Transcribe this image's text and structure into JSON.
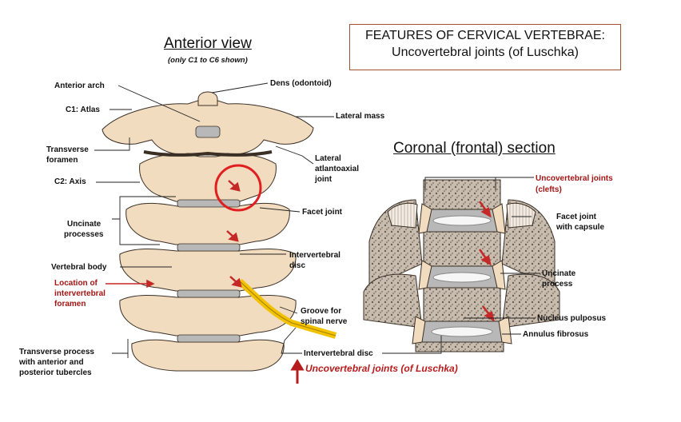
{
  "title": {
    "line1": "FEATURES OF CERVICAL VERTEBRAE:",
    "line2": "Uncovertebral joints (of Luschka)"
  },
  "anterior": {
    "heading": "Anterior view",
    "subheading": "(only C1 to C6 shown)",
    "labels": {
      "anterior_arch": "Anterior arch",
      "c1_atlas": "C1: Atlas",
      "transverse_foramen_1": "Transverse",
      "transverse_foramen_2": "foramen",
      "c2_axis": "C2: Axis",
      "uncinate_1": "Uncinate",
      "uncinate_2": "processes",
      "vertebral_body": "Vertebral body",
      "location_1": "Location of",
      "location_2": "intervertebral",
      "location_3": "foramen",
      "transverse_process_1": "Transverse process",
      "transverse_process_2": "with anterior and",
      "transverse_process_3": "posterior tubercles",
      "dens": "Dens (odontoid)",
      "lateral_mass": "Lateral mass",
      "lateral_aa_1": "Lateral",
      "lateral_aa_2": "atlantoaxial",
      "lateral_aa_3": "joint",
      "facet_joint": "Facet joint",
      "iv_disc_1": "Intervertebral",
      "iv_disc_2": "disc",
      "groove_1": "Groove for",
      "groove_2": "spinal nerve",
      "iv_disc_bottom": "Intervertebral disc"
    }
  },
  "coronal": {
    "heading": "Coronal (frontal) section",
    "labels": {
      "uncovertebral_1": "Uncovertebral joints",
      "uncovertebral_2": "(clefts)",
      "facet_capsule_1": "Facet joint",
      "facet_capsule_2": "with capsule",
      "uncinate_1": "Uncinate",
      "uncinate_2": "process",
      "nucleus": "Nucleus pulposus",
      "annulus": "Annulus fibrosus"
    }
  },
  "legend": {
    "arrow_symbol": "↑",
    "text": "Uncovertebral joints (of Luschka)"
  },
  "colors": {
    "bone": "#f1dcc0",
    "bone_stroke": "#3a2f25",
    "disc": "#b8b8b8",
    "spongy": "#a89888",
    "nerve": "#f2c200",
    "arrow": "#c62828",
    "circle": "#e02020",
    "title_border": "#a0522d"
  }
}
